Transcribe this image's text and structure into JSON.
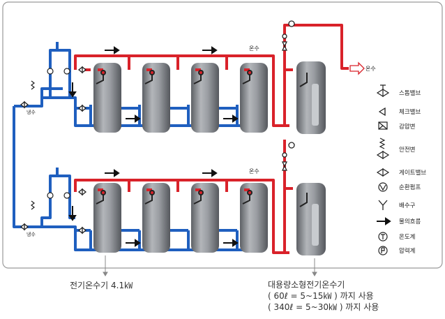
{
  "diagram": {
    "hot_water_top": "온수",
    "hot_water_bottom": "온수",
    "hot_water_out": "온수",
    "cold_water_top": "냉수",
    "cold_water_bottom": "냉수"
  },
  "legend": {
    "items": [
      {
        "icon": "stop-valve-icon",
        "label": "스톱밸브"
      },
      {
        "icon": "check-valve-icon",
        "label": "체크밸브"
      },
      {
        "icon": "pressure-reducing-valve-icon",
        "label": "감압변"
      },
      {
        "icon": "safety-valve-icon",
        "label": "안전변"
      },
      {
        "icon": "gate-valve-icon",
        "label": "게이트밸브"
      },
      {
        "icon": "circulation-pump-icon",
        "label": "순환펌프"
      },
      {
        "icon": "drain-icon",
        "label": "배수구"
      },
      {
        "icon": "flow-arrow-icon",
        "label": "물의흐름"
      },
      {
        "icon": "thermometer-icon",
        "label": "온도계"
      },
      {
        "icon": "pressure-gauge-icon",
        "label": "압력계"
      }
    ]
  },
  "captions": {
    "small_heater": "전기온수기 4.1㎾",
    "large_heater_title": "대용량소형전기온수기",
    "large_heater_line1": "( 60ℓ   = 5~15㎾ ) 까지 사용",
    "large_heater_line2": "( 340ℓ  = 5~30㎾ ) 까지 사용"
  },
  "colors": {
    "hot_pipe": "#d9222a",
    "cold_pipe": "#1f5fbf",
    "tank_body": "#8c8f94",
    "frame": "#9a9a9a"
  }
}
